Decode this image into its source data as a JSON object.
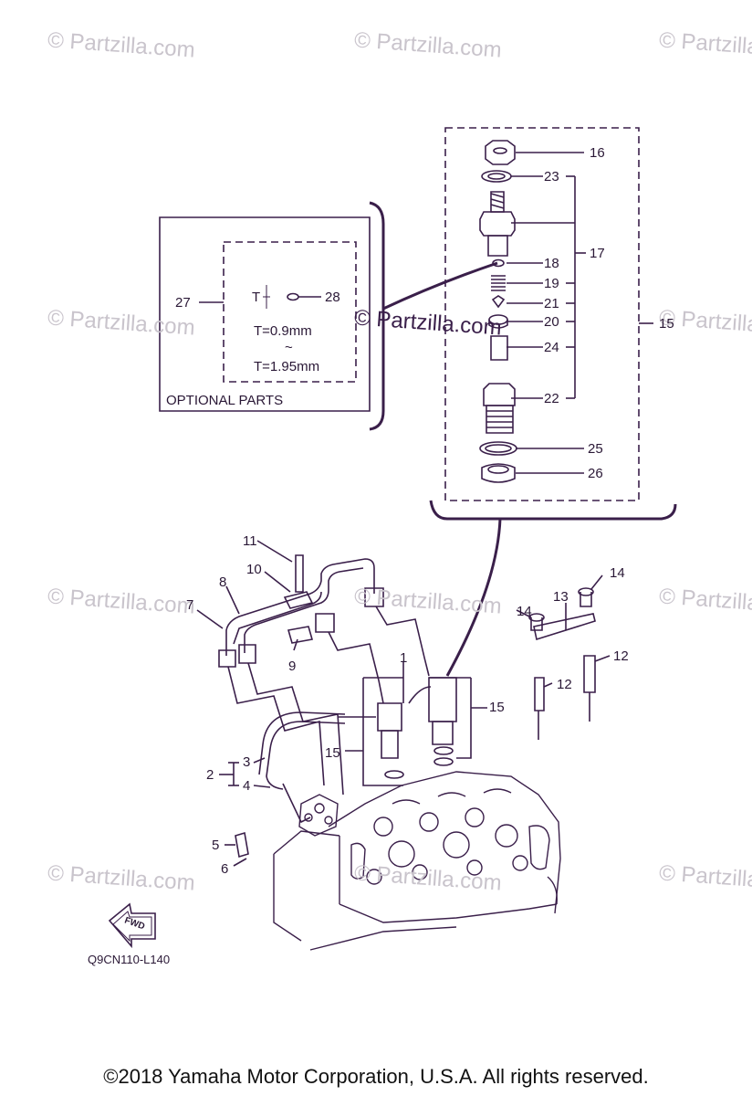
{
  "watermark": "© Partzilla.com",
  "optional_box": {
    "label": "OPTIONAL PARTS",
    "t_symbol": "T",
    "t_value_1": "T=0.9mm",
    "tilde": "~",
    "t_value_2": "T=1.95mm"
  },
  "callouts": [
    "1",
    "2",
    "3",
    "4",
    "5",
    "6",
    "7",
    "8",
    "9",
    "10",
    "11",
    "12",
    "12",
    "13",
    "14",
    "14",
    "15",
    "15",
    "15",
    "16",
    "17",
    "18",
    "19",
    "20",
    "21",
    "22",
    "23",
    "24",
    "25",
    "26",
    "27",
    "28"
  ],
  "diagram_code": "Q9CN110-L140",
  "fwd_label": "FWD",
  "copyright": "©2018  Yamaha Motor Corporation, U.S.A. All rights reserved.",
  "colors": {
    "line": "#3a1f4a",
    "watermark": "#c9c4cc"
  }
}
